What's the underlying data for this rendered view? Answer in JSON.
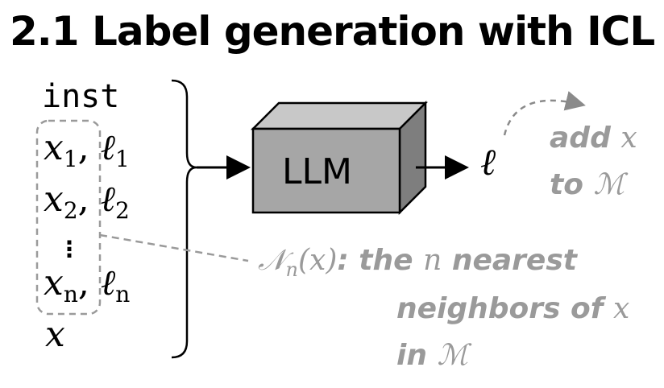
{
  "title": "2.1 Label generation with  ICL",
  "prompt": {
    "instruction": "inst",
    "examples": [
      {
        "x": "x",
        "sub": "1",
        "label": "ℓ",
        "label_sub": "1"
      },
      {
        "x": "x",
        "sub": "2",
        "label": "ℓ",
        "label_sub": "2"
      },
      {
        "x": "x",
        "sub": "n",
        "label": "ℓ",
        "label_sub": "n"
      }
    ],
    "ellipsis": "⋮",
    "query": "x"
  },
  "model": {
    "label": "LLM"
  },
  "output": {
    "symbol": "ℓ"
  },
  "memory_note": {
    "line1_text": "add",
    "line1_math": "x",
    "line2_text": "to",
    "line2_math": "ℳ"
  },
  "neighbors_note": {
    "symbol": "𝒩",
    "symbol_sub": "n",
    "arg": "(x)",
    "line1_text_a": ": the",
    "line1_math": "n",
    "line1_text_b": "nearest",
    "line2_text": "neighbors of",
    "line2_math": "x",
    "line3_text": "in",
    "line3_math": "ℳ"
  },
  "colors": {
    "box_front": "#a6a6a6",
    "box_top": "#c8c8c8",
    "box_side": "#7e7e7e",
    "annotation": "#9a9a9a"
  }
}
